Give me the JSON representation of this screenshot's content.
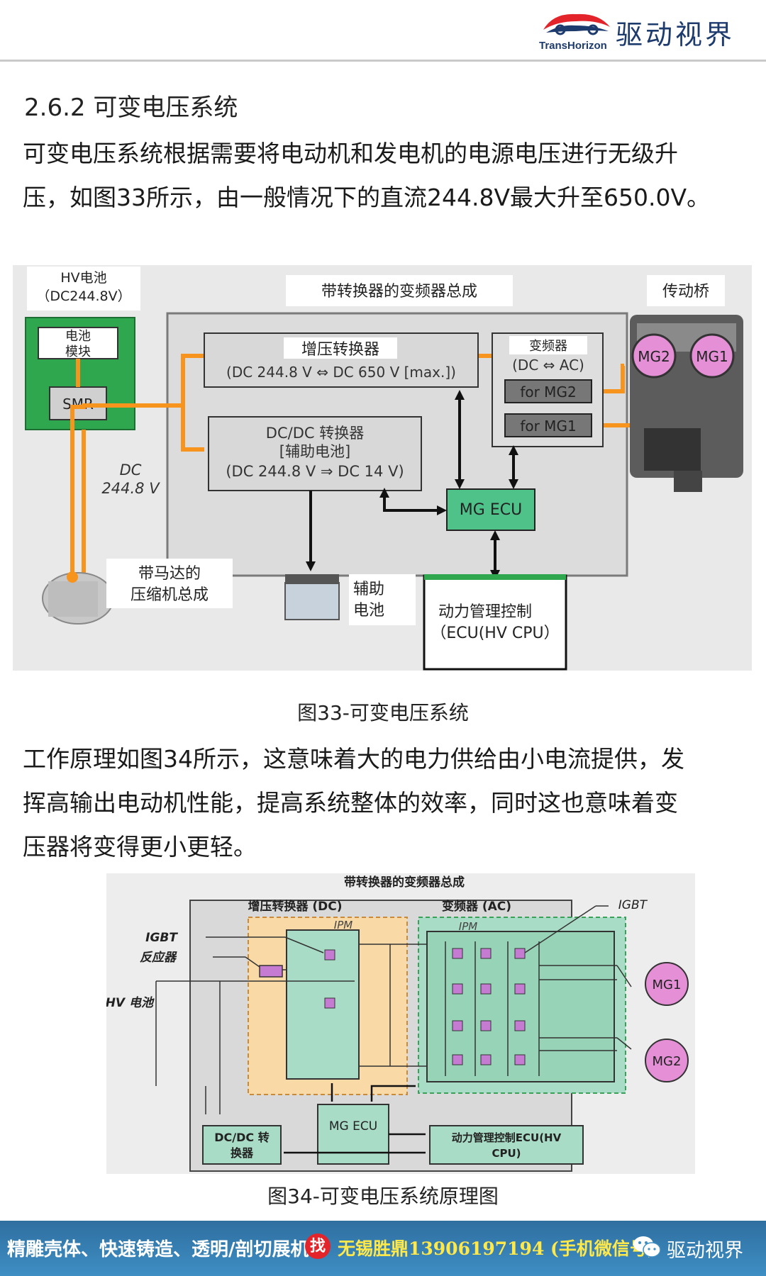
{
  "header": {
    "brand_cn": "驱动视界",
    "brand_en": "TransHorizon",
    "logo_icon": "car-swoosh-logo"
  },
  "section_title": "2.6.2 可变电压系统",
  "paragraph1": [
    "可变电压系统根据需要将电动机和发电机的电源电压进行无级升",
    "压，如图33所示，由一般情况下的直流244.8V最大升至650.0V。"
  ],
  "figure33": {
    "hv_battery_label_1": "HV电池",
    "hv_battery_label_2": "（DC244.8V）",
    "inverter_assembly": "带转换器的变频器总成",
    "transaxle": "传动桥",
    "battery_module_1": "电池",
    "battery_module_2": "模块",
    "smr": "SMR",
    "boost_converter": "增压转换器",
    "boost_spec": "(DC 244.8 V ⇔ DC 650 V [max.])",
    "inverter": "变频器",
    "inverter_spec": "(DC ⇔ AC)",
    "for_mg2": "for MG2",
    "for_mg1": "for MG1",
    "mg2": "MG2",
    "mg1": "MG1",
    "dcdc_1": "DC/DC 转换器",
    "dcdc_2": "[辅助电池]",
    "dcdc_3": "(DC 244.8 V ⇒ DC 14 V)",
    "dc_label_1": "DC",
    "dc_label_2": "244.8 V",
    "mg_ecu": "MG ECU",
    "compressor_1": "带马达的",
    "compressor_2": "压缩机总成",
    "aux_battery_1": "辅助",
    "aux_battery_2": "电池",
    "power_mgmt_1": "动力管理控制",
    "power_mgmt_2": "（ECU(HV CPU）"
  },
  "caption33": "图33-可变电压系统",
  "paragraph2": [
    "工作原理如图34所示，这意味着大的电力供给由小电流提供，发",
    "挥高输出电动机性能，提高系统整体的效率，同时这也意味着变",
    "压器将变得更小更轻。"
  ],
  "figure34": {
    "title": "带转换器的变频器总成",
    "boost_dc": "增压转换器 (DC)",
    "inverter_ac": "变频器 (AC)",
    "igbt_left": "IGBT",
    "igbt_right": "IGBT",
    "reactor": "反应器",
    "hv_battery": "HV 电池",
    "ipm_left": "IPM",
    "ipm_right": "IPM",
    "mg1": "MG1",
    "mg2": "MG2",
    "mg_ecu": "MG ECU",
    "dcdc_1": "DC/DC 转",
    "dcdc_2": "换器",
    "power_mgmt_1": "动力管理控制ECU(HV",
    "power_mgmt_2": "CPU)"
  },
  "caption34": "图34-可变电压系统原理图",
  "footer": {
    "ad_text": "精雕壳体、快速铸造、透明/剖切展机",
    "badge": "找",
    "phone_text": "无锡胜鼎13906197194 (手机微信号)",
    "brand": "驱动视界",
    "wechat_icon": "wechat-icon"
  },
  "colors": {
    "brand_blue": "#1e3b6e",
    "orange_wire": "#f7941d",
    "green_block": "#2e9e4f",
    "mg_ecu_green": "#4fc28a",
    "mg_pink": "#e58fd6",
    "footer_blue": "#3e8ec4",
    "footer_yellow": "#ffe94a"
  }
}
